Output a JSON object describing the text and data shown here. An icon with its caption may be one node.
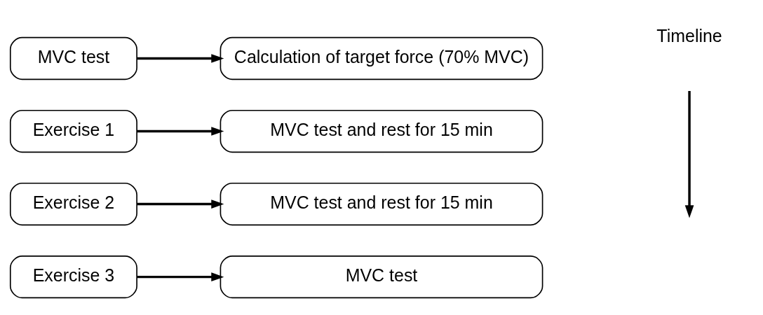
{
  "diagram": {
    "nodes": [
      {
        "text": [
          "MVC test"
        ]
      },
      {
        "text": [
          "Calculation of target force (70% MVC)"
        ]
      },
      {
        "text": [
          "Exercise 1"
        ]
      },
      {
        "text": [
          "MVC test and rest for 15 min"
        ]
      },
      {
        "text": [
          "Exercise 2"
        ]
      },
      {
        "text": [
          "MVC test and rest for 15 min"
        ]
      },
      {
        "text": [
          "Exercise 3"
        ]
      },
      {
        "text": [
          "MVC test"
        ]
      }
    ],
    "edges": [
      {
        "from": 0,
        "to": 1,
        "arrow": "to"
      },
      {
        "from": 2,
        "to": 3,
        "arrow": "to"
      },
      {
        "from": 4,
        "to": 5,
        "arrow": "to"
      },
      {
        "from": 6,
        "to": 7,
        "arrow": "to"
      }
    ],
    "labels": [
      "Timeline"
    ]
  }
}
